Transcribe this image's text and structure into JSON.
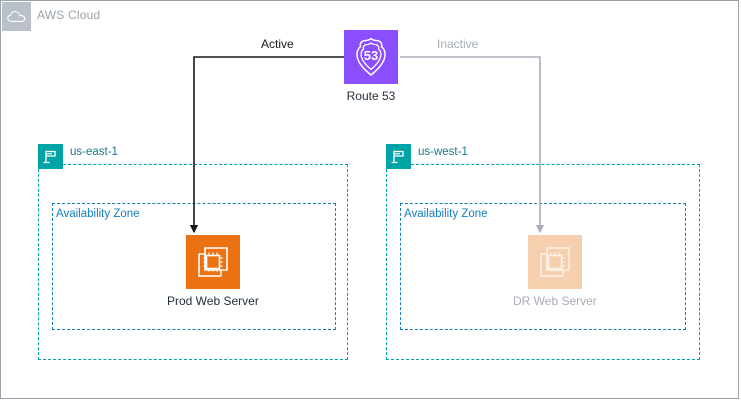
{
  "diagram": {
    "title": "AWS Cloud",
    "cloud_icon": "cloud-icon"
  },
  "dns": {
    "label": "Route 53",
    "icon": "route53-shield-icon",
    "color": "#8c4fff"
  },
  "edges": [
    {
      "label": "Active",
      "state": "active",
      "color": "#16191f",
      "from": "Route 53",
      "to": "Prod Web Server"
    },
    {
      "label": "Inactive",
      "state": "inactive",
      "color": "#a8aeb5",
      "from": "Route 53",
      "to": "DR Web Server"
    }
  ],
  "regions": [
    {
      "name": "us-east-1",
      "icon": "region-flag-icon",
      "color": "#00a4a6",
      "availability_zone": {
        "label": "Availability Zone",
        "color": "#147eba"
      },
      "node": {
        "label": "Prod Web Server",
        "icon": "ec2-instance-icon",
        "color": "#ec7211",
        "state": "active"
      }
    },
    {
      "name": "us-west-1",
      "icon": "region-flag-icon",
      "color": "#00a4a6",
      "availability_zone": {
        "label": "Availability Zone",
        "color": "#147eba"
      },
      "node": {
        "label": "DR Web Server",
        "icon": "ec2-instance-icon",
        "color": "#f6cfae",
        "state": "inactive"
      }
    }
  ]
}
